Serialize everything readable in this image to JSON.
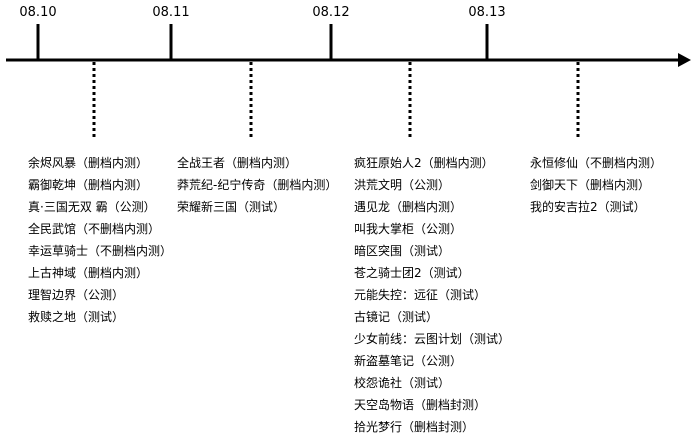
{
  "dates": [
    "08.10",
    "08.11",
    "08.12",
    "08.13"
  ],
  "columns": [
    {
      "items": [
        "余烬风暴（删档内测）",
        "霸御乾坤（删档内测）",
        "真·三国无双 霸（公测）",
        "全民武馆（不删档内测）",
        "幸运草骑士（不删档内测）",
        "上古神域（删档内测）",
        "理智边界（公测）",
        "救赎之地（测试）"
      ]
    },
    {
      "items": [
        "全战王者（删档内测）",
        "莽荒纪-纪宁传奇（删档内测）",
        "荣耀新三国（测试）"
      ]
    },
    {
      "items": [
        "疯狂原始人2（删档内测）",
        "洪荒文明（公测）",
        "遇见龙（删档内测）",
        "叫我大掌柜（公测）",
        "暗区突围（测试）",
        "苍之骑士团2（测试）",
        "元能失控：远征（测试）",
        "古镜记（测试）",
        "少女前线：云图计划（测试）",
        "新盗墓笔记（公测）",
        "校怨诡社（测试）",
        "天空岛物语（删档封测）",
        "拾光梦行（删档封测）"
      ]
    },
    {
      "items": [
        "永恒修仙（不删档内测）",
        "剑御天下（删档内测）",
        "我的安吉拉2（测试）"
      ]
    }
  ]
}
